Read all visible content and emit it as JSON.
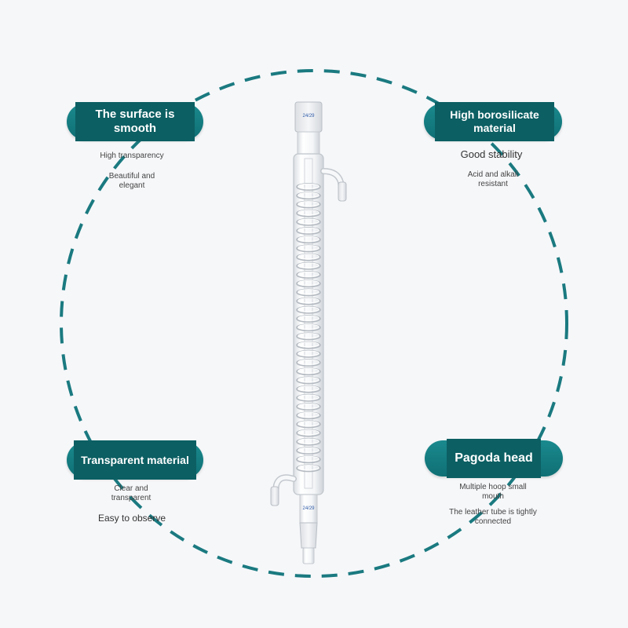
{
  "colors": {
    "teal": "#0f6f74",
    "teal_dark": "#0c5f63",
    "ring": "#1a7a80",
    "background": "#f6f7f9"
  },
  "callouts": {
    "top_left": {
      "title": "The surface is smooth",
      "features": [
        "High transparency",
        "Beautiful and elegant"
      ]
    },
    "top_right": {
      "title": "High borosilicate material",
      "features": [
        "Good stability",
        "Acid and alkali resistant"
      ]
    },
    "bottom_left": {
      "title": "Transparent material",
      "features": [
        "Clear and transparent",
        "Easy to observe"
      ]
    },
    "bottom_right": {
      "title": "Pagoda head",
      "features": [
        "Multiple hoop small mouth",
        "The leather tube is tightly connected"
      ]
    }
  },
  "apparatus": {
    "top_joint_label": "24/29",
    "bottom_joint_label": "24/29"
  }
}
